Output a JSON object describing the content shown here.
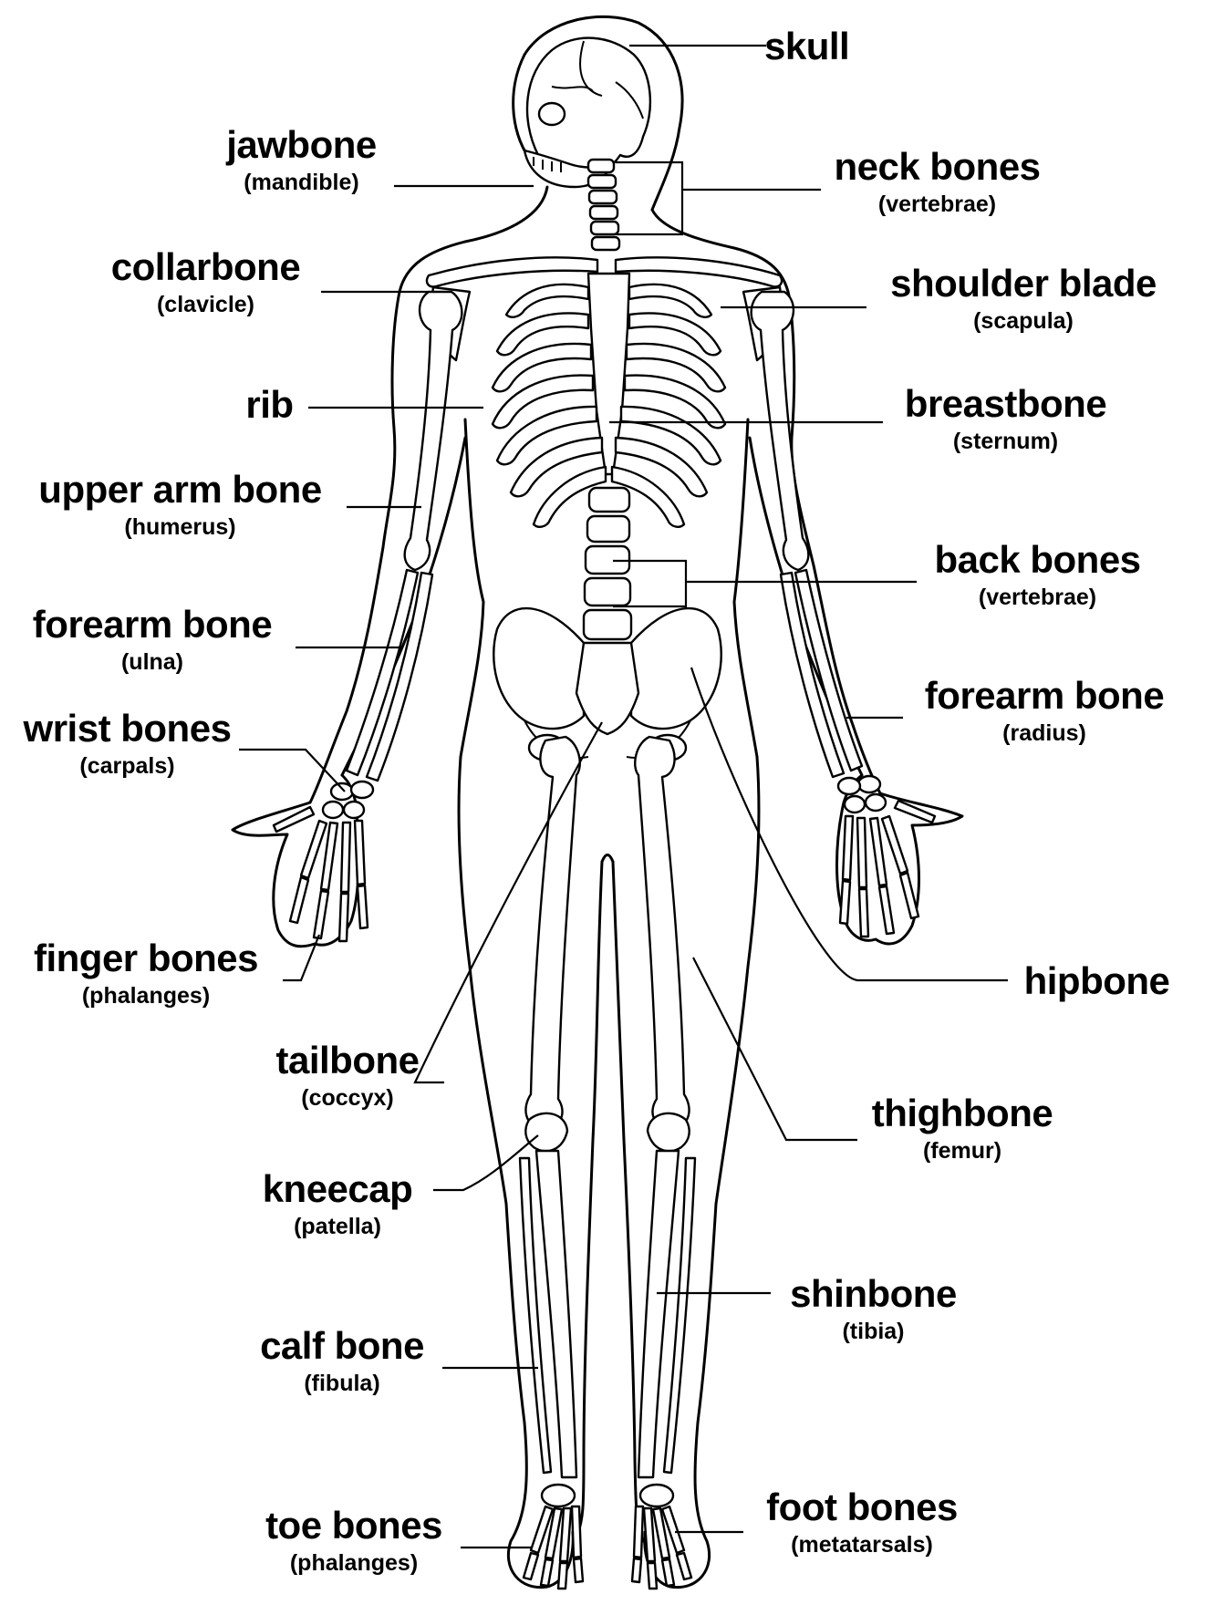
{
  "labels": {
    "skull": {
      "term": "skull",
      "sci": ""
    },
    "jawbone": {
      "term": "jawbone",
      "sci": "(mandible)"
    },
    "neck_bones": {
      "term": "neck bones",
      "sci": "(vertebrae)"
    },
    "collarbone": {
      "term": "collarbone",
      "sci": "(clavicle)"
    },
    "shoulder_blade": {
      "term": "shoulder blade",
      "sci": "(scapula)"
    },
    "rib": {
      "term": "rib",
      "sci": ""
    },
    "breastbone": {
      "term": "breastbone",
      "sci": "(sternum)"
    },
    "upper_arm_bone": {
      "term": "upper arm bone",
      "sci": "(humerus)"
    },
    "back_bones": {
      "term": "back bones",
      "sci": "(vertebrae)"
    },
    "forearm_bone_ulna": {
      "term": "forearm bone",
      "sci": "(ulna)"
    },
    "forearm_bone_radius": {
      "term": "forearm bone",
      "sci": "(radius)"
    },
    "wrist_bones": {
      "term": "wrist bones",
      "sci": "(carpals)"
    },
    "finger_bones": {
      "term": "finger bones",
      "sci": "(phalanges)"
    },
    "hipbone": {
      "term": "hipbone",
      "sci": ""
    },
    "tailbone": {
      "term": "tailbone",
      "sci": "(coccyx)"
    },
    "thighbone": {
      "term": "thighbone",
      "sci": "(femur)"
    },
    "kneecap": {
      "term": "kneecap",
      "sci": "(patella)"
    },
    "shinbone": {
      "term": "shinbone",
      "sci": "(tibia)"
    },
    "calf_bone": {
      "term": "calf bone",
      "sci": "(fibula)"
    },
    "foot_bones": {
      "term": "foot bones",
      "sci": "(metatarsals)"
    },
    "toe_bones": {
      "term": "toe bones",
      "sci": "(phalanges)"
    }
  }
}
